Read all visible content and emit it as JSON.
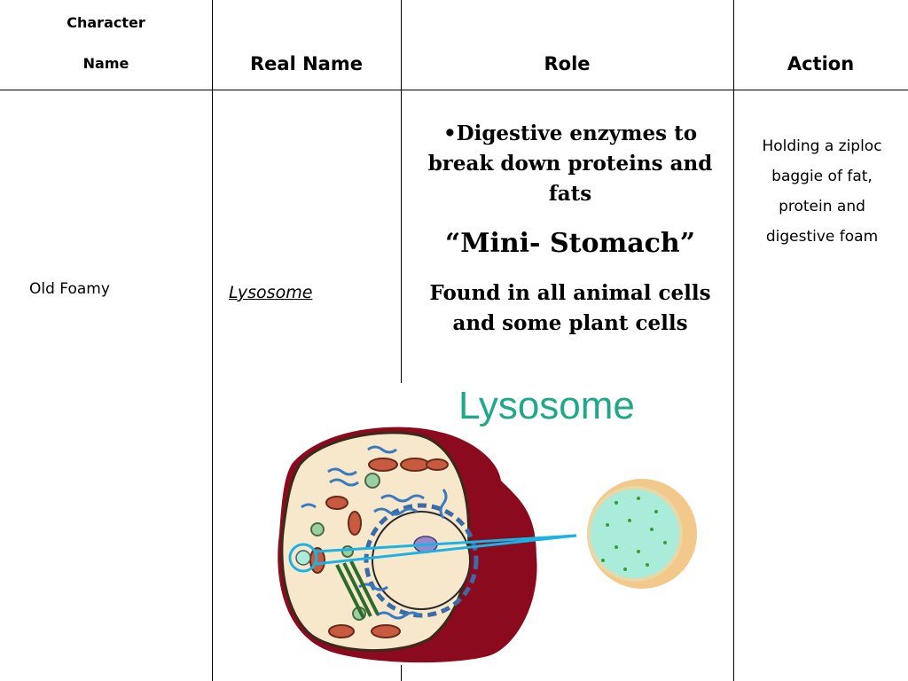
{
  "table": {
    "headers": {
      "character_line1": "Character",
      "character_line2": "Name",
      "real_name": "Real Name",
      "role": "Role",
      "action": "Action"
    },
    "row": {
      "character_name": "Old Foamy",
      "real_name": "Lysosome",
      "role": {
        "bullet": "•Digestive enzymes to break down proteins and fats",
        "nickname": "“Mini- Stomach”",
        "found": "Found in all animal cells and some plant cells"
      },
      "action": "Holding  a ziploc baggie of fat, protein and digestive foam"
    }
  },
  "illustration": {
    "title": "Lysosome",
    "title_color": "#1fa889",
    "callout_color": "#1ab3e6",
    "membrane_color": "#8b0a1e",
    "cytoplasm_color": "#f7e8cc",
    "lysosome_fill": "#a8ecd9"
  }
}
